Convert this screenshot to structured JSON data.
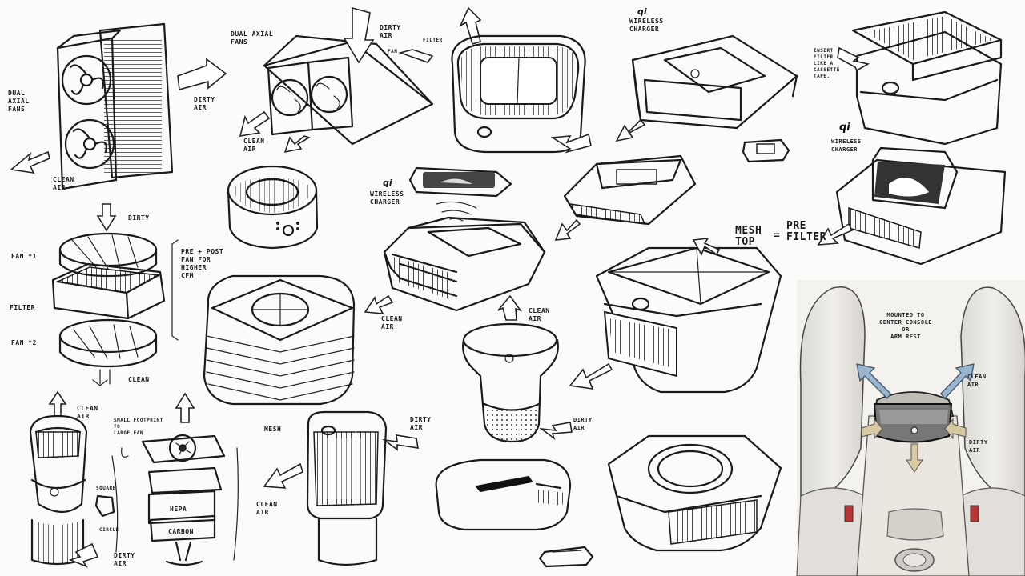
{
  "labels": {
    "a1_fans": "DUAL\nAXIAL\nFANS",
    "a1_dirty": "DIRTY\nAIR",
    "a1_clean": "CLEAN\nAIR",
    "a2_fans": "DUAL AXIAL\nFANS",
    "a2_dirty": "DIRTY\nAIR",
    "a2_filter": "FILTER",
    "a2_fan": "FAN",
    "a2_clean": "CLEAN\nAIR",
    "a4_wireless": "WIRELESS\nCHARGER",
    "a5_insert": "INSERT\nFILTER\nLIKE A\nCASSETTE\nTAPE.",
    "a6_wireless": "WIRELESS\nCHARGER",
    "b1_dirty": "DIRTY",
    "b1_fan1": "FAN *1",
    "b1_prepost": "PRE + POST\nFAN FOR\nHIGHER\nCFM",
    "b1_filter": "FILTER",
    "b1_fan2": "FAN *2",
    "b1_clean": "CLEAN",
    "b3_wireless": "WIRELESS\nCHARGER",
    "b6_mesh": "MESH\nTOP",
    "b6_eq": "=",
    "b6_pre": "PRE\nFILTER",
    "c_clean": "CLEAN\nAIR",
    "c_cleanair": "CLEAN\nAIR",
    "d1_clean": "CLEAN\nAIR",
    "d1_small": "SMALL FOOTPRINT\nTO\nLARGE FAN",
    "d1_square": "SQUARE",
    "d1_circle": "CIRCLE",
    "d1_hepa": "HEPA",
    "d1_carbon": "CARBON",
    "d1_dirty": "DIRTY\nAIR",
    "d2_mesh": "MESH",
    "d2_dirty": "DIRTY\nAIR",
    "d2_clean": "CLEAN\nAIR",
    "d3_dirty": "DIRTY\nAIR",
    "car_mounted": "MOUNTED TO\nCENTER CONSOLE\nOR\nARM REST",
    "car_clean": "CLEAN\nAIR",
    "car_dirty": "DIRTY\nAIR"
  },
  "qi_marks": [
    "qi",
    "qi",
    "qi"
  ]
}
